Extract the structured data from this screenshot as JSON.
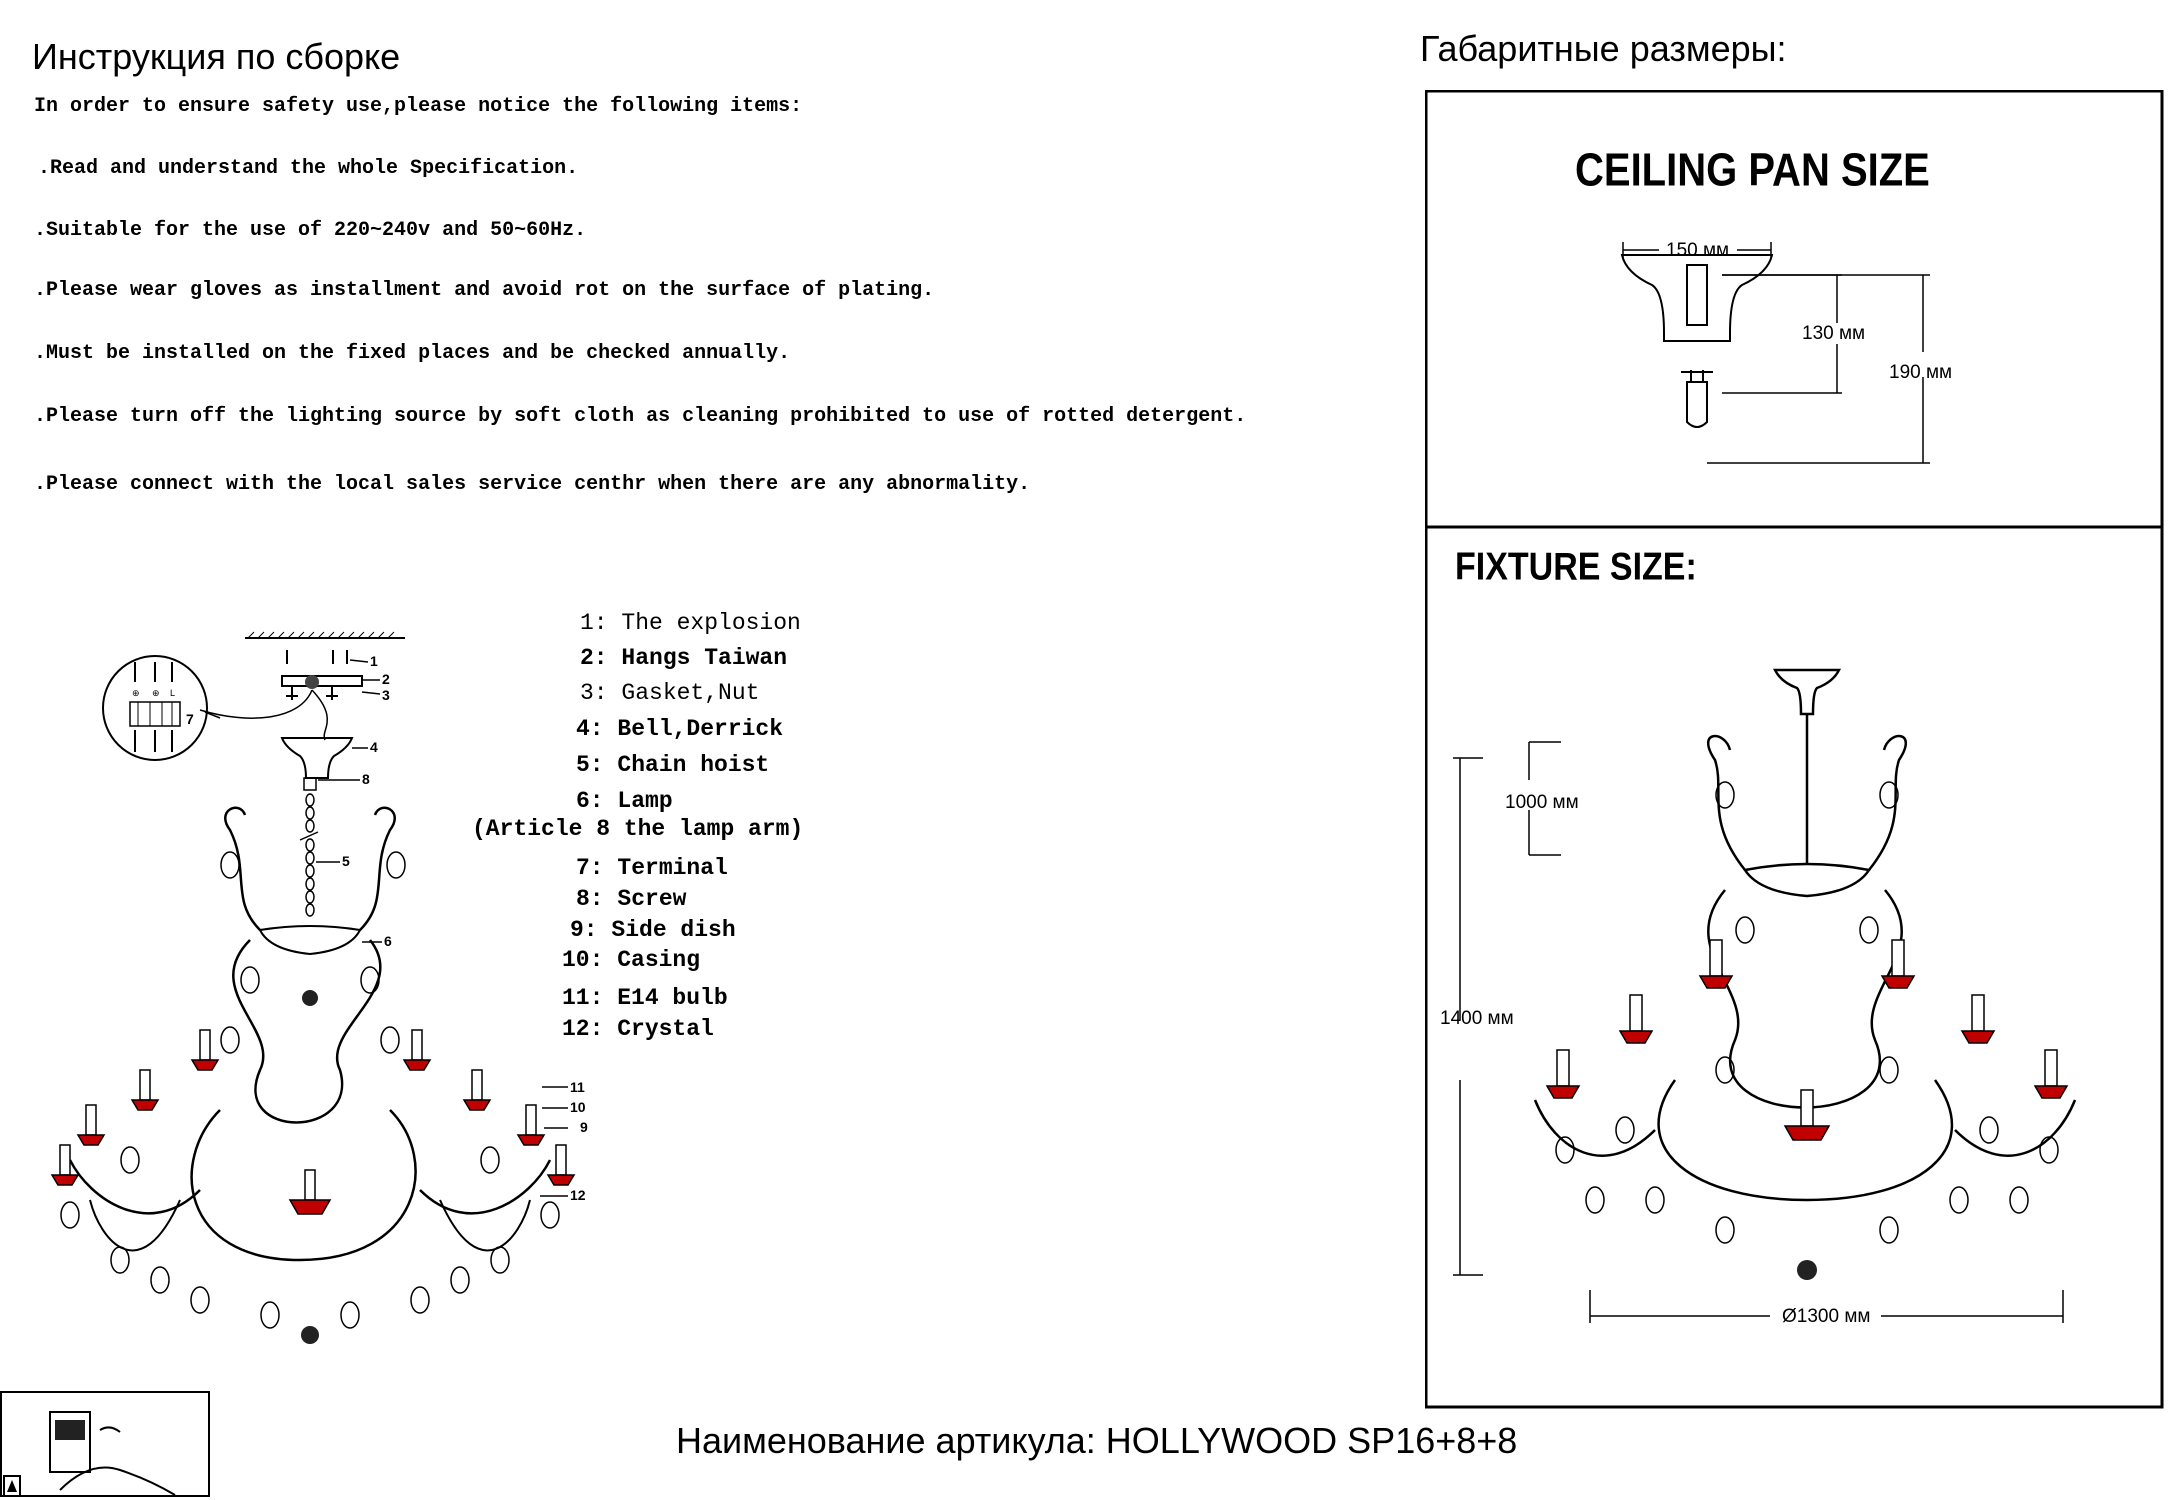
{
  "header": {
    "assembly_title": "Инструкция по сборке",
    "dimensions_title": "Габаритные размеры:"
  },
  "notes": [
    "In order to ensure safety use,please notice the following items:",
    ".Read and understand the whole Specification.",
    ".Suitable for the use of 220~240v and 50~60Hz.",
    ".Please wear gloves as installment and avoid rot on the surface of plating.",
    ".Must be installed on the fixed places and be checked annually.",
    ".Please turn off the lighting source by soft cloth as cleaning prohibited to use of rotted detergent.",
    ".Please connect with the local sales service centhr when there are any abnormality."
  ],
  "legend": [
    "1: The explosion",
    "2: Hangs Taiwan",
    "3: Gasket,Nut",
    "4: Bell,Derrick",
    "5: Chain hoist",
    "6: Lamp",
    "(Article 8 the lamp arm)",
    "7: Terminal",
    "8: Screw",
    "9: Side dish",
    "10: Casing",
    "11: E14 bulb",
    "12: Crystal"
  ],
  "part_numbers": [
    "1",
    "2",
    "3",
    "4",
    "8",
    "5",
    "6",
    "7",
    "11",
    "10",
    "9",
    "12"
  ],
  "terminal_labels": [
    "⊕",
    "⊕",
    "L"
  ],
  "ceiling_pan": {
    "heading": "CEILING PAN SIZE",
    "width": "150 мм",
    "height_inner": "130 мм",
    "height_total": "190 мм"
  },
  "fixture": {
    "heading": "FIXTURE SIZE:",
    "chain": "1000 мм",
    "height": "1400 мм",
    "diameter": "Ø1300 мм"
  },
  "footer": {
    "article": "Наименование артикула: HOLLYWOOD SP16+8+8"
  },
  "colors": {
    "accent": "#c00000"
  }
}
